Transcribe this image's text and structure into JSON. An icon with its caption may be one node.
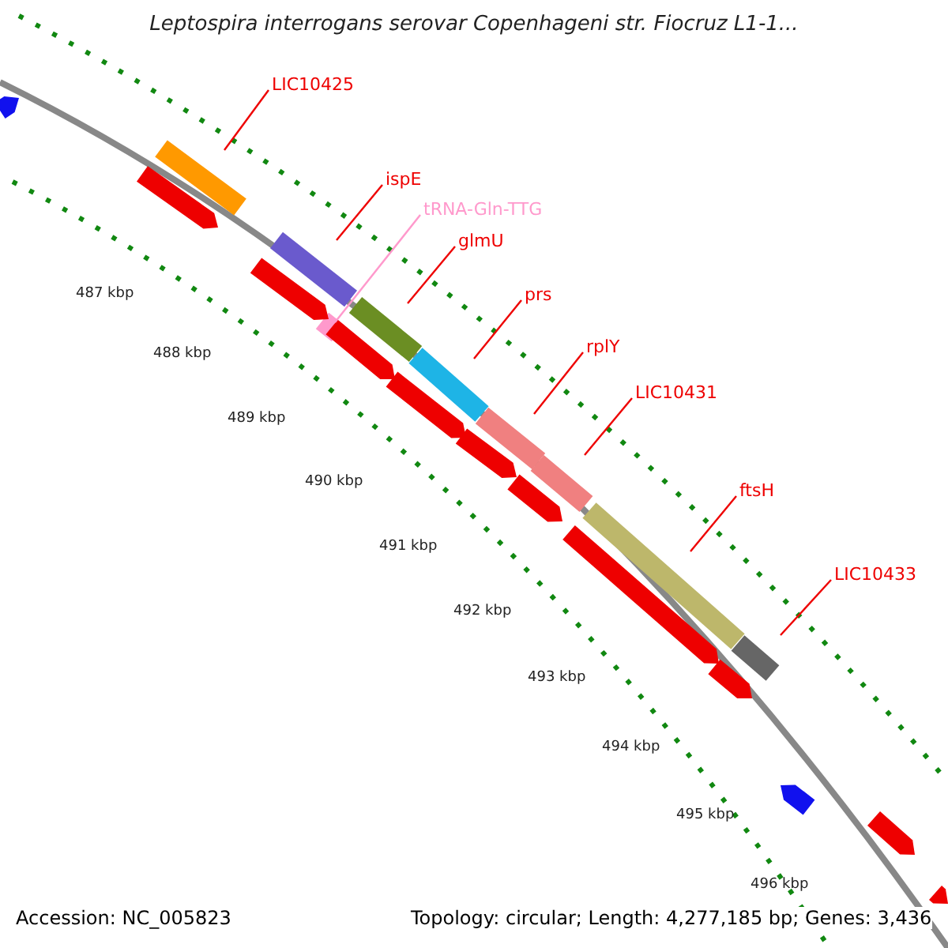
{
  "diagram": {
    "title": "Leptospira interrogans serovar Copenhageni str. Fiocruz L1-1...",
    "nodes": [
      {
        "text": [
          "LIC10425"
        ]
      },
      {
        "text": [],
        "shape": "bar"
      },
      {
        "text": [
          "ispE"
        ]
      },
      {
        "text": [],
        "shape": "bar"
      },
      {
        "text": [
          "tRNA-Gln-TTG"
        ]
      },
      {
        "text": [],
        "shape": "bar"
      },
      {
        "text": [
          "glmU"
        ]
      },
      {
        "text": [],
        "shape": "bar"
      },
      {
        "text": [
          "prs"
        ]
      },
      {
        "text": [],
        "shape": "bar"
      },
      {
        "text": [
          "rplY"
        ]
      },
      {
        "text": [],
        "shape": "bar"
      },
      {
        "text": [
          "LIC10431"
        ]
      },
      {
        "text": [],
        "shape": "bar"
      },
      {
        "text": [
          "ftsH"
        ]
      },
      {
        "text": [],
        "shape": "bar"
      },
      {
        "text": [
          "LIC10433"
        ]
      },
      {
        "text": [],
        "shape": "bar"
      },
      {
        "text": [],
        "shape": "block"
      },
      {
        "text": [],
        "shape": "block"
      },
      {
        "text": [],
        "shape": "block"
      },
      {
        "text": [],
        "shape": "block"
      },
      {
        "text": [],
        "shape": "block"
      },
      {
        "text": [],
        "shape": "block"
      },
      {
        "text": [],
        "shape": "block"
      },
      {
        "text": [],
        "shape": "block"
      },
      {
        "text": [],
        "shape": "block"
      },
      {
        "text": [],
        "shape": "block"
      },
      {
        "text": [],
        "shape": "block"
      },
      {
        "text": [],
        "shape": "block"
      }
    ],
    "edges": [
      {
        "from": 0,
        "to": 1,
        "arrow": "none"
      },
      {
        "from": 2,
        "to": 3,
        "arrow": "none"
      },
      {
        "from": 4,
        "to": 5,
        "arrow": "none",
        "color": "#ff99cc"
      },
      {
        "from": 6,
        "to": 7,
        "arrow": "none"
      },
      {
        "from": 8,
        "to": 9,
        "arrow": "none"
      },
      {
        "from": 10,
        "to": 11,
        "arrow": "none"
      },
      {
        "from": 12,
        "to": 13,
        "arrow": "none"
      },
      {
        "from": 14,
        "to": 15,
        "arrow": "none"
      },
      {
        "from": 16,
        "to": 17,
        "arrow": "none"
      }
    ],
    "labels": [
      "487 kbp",
      "488 kbp",
      "489 kbp",
      "490 kbp",
      "491 kbp",
      "492 kbp",
      "493 kbp",
      "494 kbp",
      "495 kbp",
      "496 kbp",
      "Accession: NC_005823",
      "Topology: circular; Length: 4,277,185 bp; Genes: 3,436"
    ]
  }
}
